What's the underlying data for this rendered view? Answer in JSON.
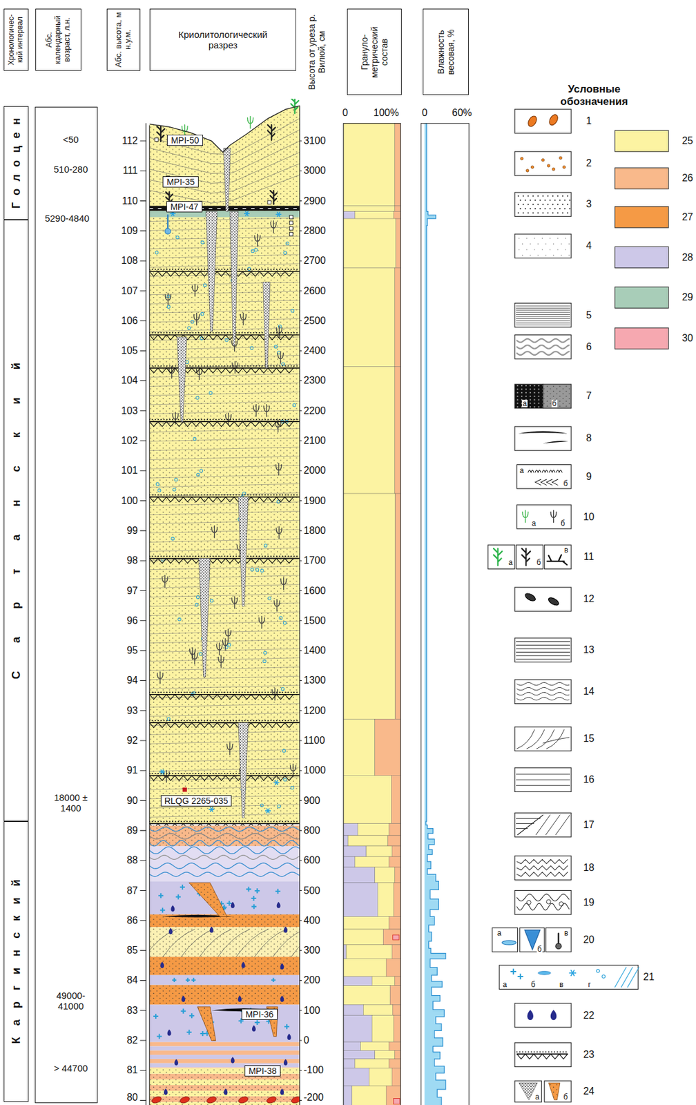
{
  "diagram": {
    "nodes": [
      {
        "text": [
          "Хронологичес- кий интервал"
        ]
      },
      {
        "text": [
          "Абс. календарный возраст, л.н."
        ]
      },
      {
        "text": [
          "Абс. высота, м н.у.м."
        ]
      },
      {
        "text": [
          "Криолитологический разрез"
        ]
      },
      {
        "text": [
          "Грануло- метрический состав"
        ]
      },
      {
        "text": [
          "Влажность весовая, %"
        ]
      },
      {
        "text": [
          "Голоцен"
        ]
      },
      {
        "text": [
          "Сартанский"
        ]
      },
      {
        "text": [
          "Каргинский"
        ]
      },
      {
        "text": [
          "MPI-50"
        ]
      },
      {
        "text": [
          "MPI-35"
        ]
      },
      {
        "text": [
          "MPI-47"
        ]
      },
      {
        "text": [
          "RLQG 2265-035"
        ]
      },
      {
        "text": [
          "MPI-36"
        ]
      },
      {
        "text": [
          "MPI-38"
        ]
      }
    ],
    "labels": [
      "Высота от уреза р. Вилюй, см",
      "Условные обозначения",
      "<50",
      "510-280",
      "5290-4840",
      "18000 ± 1400",
      "49000- 41000",
      "> 44700",
      "112",
      "111",
      "110",
      "109",
      "108",
      "107",
      "106",
      "105",
      "104",
      "103",
      "102",
      "101",
      "100",
      "99",
      "98",
      "97",
      "96",
      "95",
      "94",
      "93",
      "92",
      "91",
      "90",
      "89",
      "88",
      "87",
      "86",
      "85",
      "84",
      "83",
      "82",
      "81",
      "80",
      "3100",
      "3000",
      "2900",
      "2800",
      "2700",
      "2600",
      "2500",
      "2400",
      "2300",
      "2200",
      "2100",
      "2000",
      "1900",
      "1800",
      "1700",
      "1600",
      "1500",
      "1400",
      "1300",
      "1200",
      "1100",
      "1000",
      "900",
      "800",
      "600",
      "500",
      "400",
      "300",
      "200",
      "100",
      "0",
      "-100",
      "-200",
      "0",
      "100%",
      "0",
      "60%",
      "а",
      "б",
      "а",
      "б",
      "а",
      "б",
      "а",
      "б",
      "в",
      "а",
      "б",
      "в",
      "а",
      "б",
      "в",
      "г",
      "а",
      "б"
    ],
    "legend": [
      {
        "text": "1"
      },
      {
        "text": "2"
      },
      {
        "text": "3"
      },
      {
        "text": "4"
      },
      {
        "text": "5"
      },
      {
        "text": "6"
      },
      {
        "text": "7"
      },
      {
        "text": "8"
      },
      {
        "text": "9"
      },
      {
        "text": "10"
      },
      {
        "text": "11"
      },
      {
        "text": "12"
      },
      {
        "text": "13"
      },
      {
        "text": "14"
      },
      {
        "text": "15"
      },
      {
        "text": "16"
      },
      {
        "text": "17"
      },
      {
        "text": "18"
      },
      {
        "text": "19"
      },
      {
        "text": "20"
      },
      {
        "text": "21"
      },
      {
        "text": "22"
      },
      {
        "text": "23"
      },
      {
        "text": "24"
      },
      {
        "text": "25",
        "color": "#fcf3a2"
      },
      {
        "text": "26",
        "color": "#f9b98b"
      },
      {
        "text": "27",
        "color": "#f59a45"
      },
      {
        "text": "28",
        "color": "#cdc8e8"
      },
      {
        "text": "29",
        "color": "#a8cdb8"
      },
      {
        "text": "30",
        "color": "#f6a8b0"
      }
    ]
  }
}
